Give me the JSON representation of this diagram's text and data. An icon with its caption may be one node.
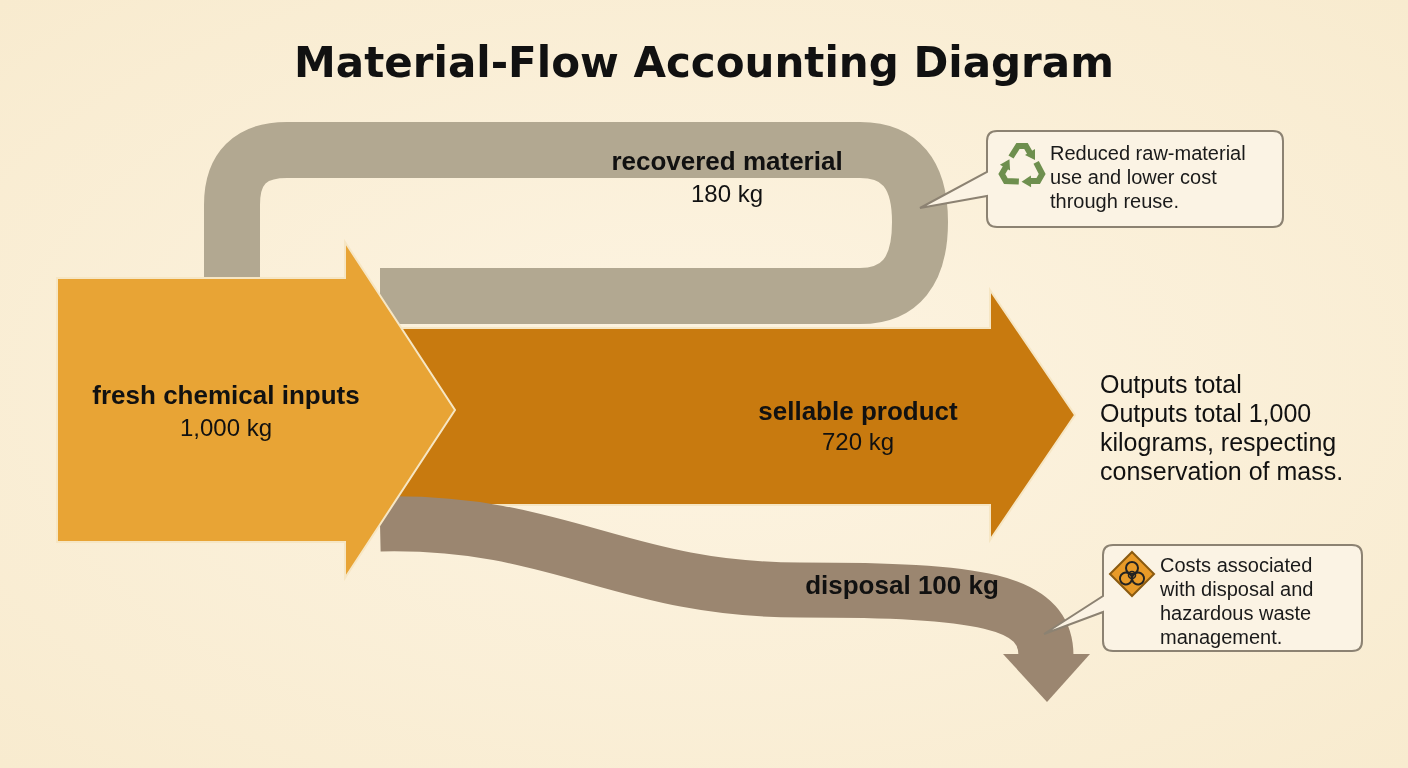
{
  "diagram": {
    "title": "Material-Flow Accounting Diagram",
    "nodes": [
      {
        "text": [
          "fresh chemical inputs",
          "1,000 kg"
        ]
      },
      {
        "text": [
          "recovered material",
          "180 kg"
        ]
      },
      {
        "text": [
          "sellable product",
          "720 kg"
        ]
      },
      {
        "text": [
          "**disposal** 100 kg"
        ]
      },
      {
        "text": [
          "Reduced raw-material use and lower cost through reuse."
        ]
      },
      {
        "text": [
          "Costs associated with disposal and hazardous waste management."
        ]
      }
    ],
    "labels": [
      "Outputs total",
      "Outputs total 1,000 kilograms, respecting conservation of mass."
    ]
  }
}
